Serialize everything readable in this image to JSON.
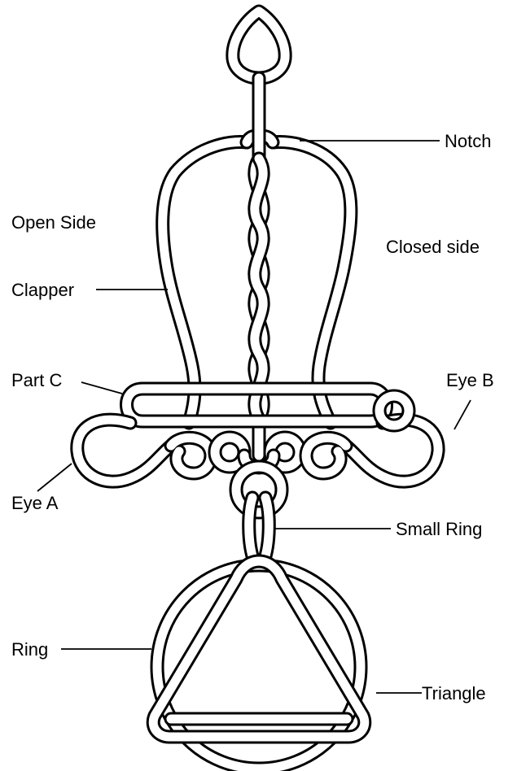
{
  "labels": {
    "notch": "Notch",
    "open_side": "Open Side",
    "closed_side": "Closed side",
    "clapper": "Clapper",
    "part_c": "Part C",
    "eye_b": "Eye B",
    "eye_a": "Eye A",
    "small_ring": "Small Ring",
    "ring": "Ring",
    "triangle": "Triangle"
  }
}
